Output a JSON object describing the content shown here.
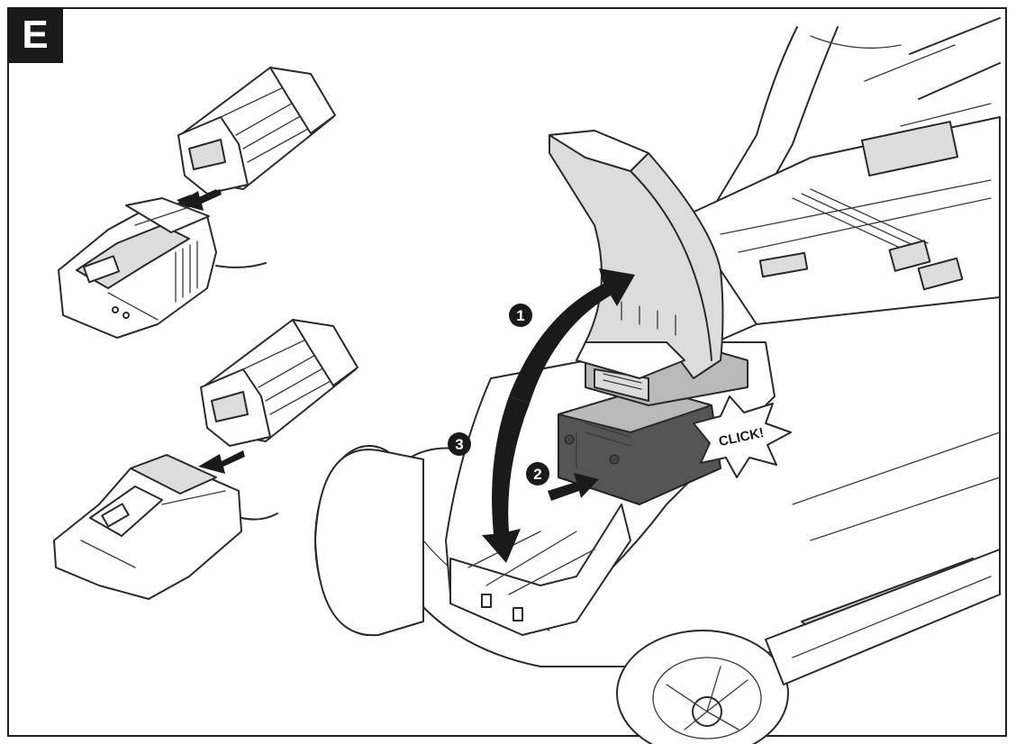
{
  "figure": {
    "label": "E",
    "steps": [
      "1",
      "2",
      "3"
    ],
    "click_text": "CLICK!"
  }
}
